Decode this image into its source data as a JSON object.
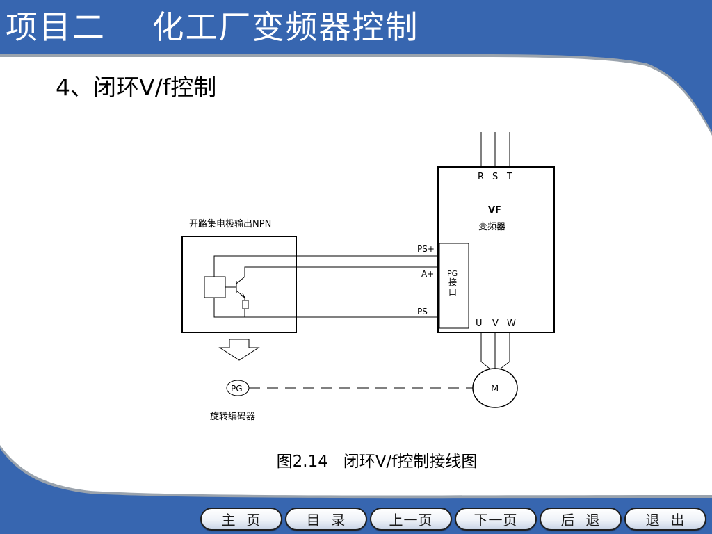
{
  "header": {
    "title": "项目二    化工厂变频器控制",
    "band_color": "#3766b0"
  },
  "section": {
    "heading": "4、闭环V/f控制"
  },
  "diagram": {
    "npn_box_label": "开路集电极输出NPN",
    "vf": {
      "phase_labels": [
        "R",
        "S",
        "T"
      ],
      "name": "VF",
      "subtitle": "变频器",
      "output_labels": [
        "U",
        "V",
        "W"
      ],
      "pg_interface": [
        "PG",
        "接",
        "口"
      ]
    },
    "terminals": [
      "PS+",
      "A+",
      "PS-"
    ],
    "encoder": {
      "symbol": "PG",
      "label": "旋转编码器"
    },
    "motor_symbol": "M"
  },
  "caption": "图2.14   闭环V/f控制接线图",
  "nav": {
    "buttons": [
      "主  页",
      "目  录",
      "上一页",
      "下一页",
      "后  退",
      "退  出"
    ]
  },
  "colors": {
    "band": "#3766b0",
    "swoosh_shadow": "#9aa3ad"
  }
}
